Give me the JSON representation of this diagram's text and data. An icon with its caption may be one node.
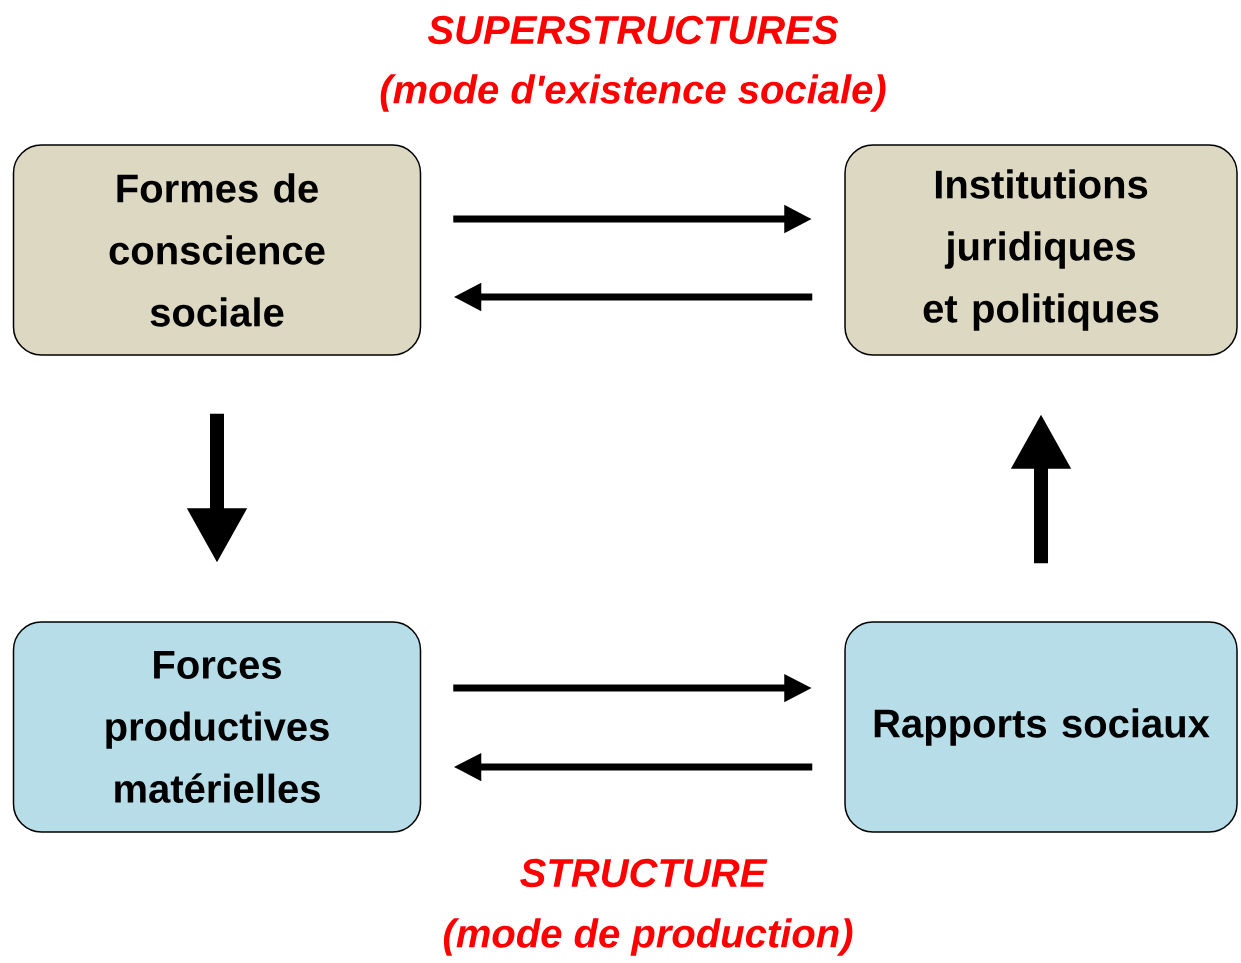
{
  "diagram": {
    "nodes": [
      {
        "text": [
          "Formes de conscience sociale"
        ]
      },
      {
        "text": [
          "Institutions juridiques et politiques"
        ]
      },
      {
        "text": [
          "Forces productives matérielles"
        ]
      },
      {
        "text": [
          "Rapports sociaux"
        ]
      }
    ],
    "edges": [
      {
        "from": 0,
        "to": 1,
        "arrow": "to"
      },
      {
        "from": 1,
        "to": 0,
        "arrow": "to"
      },
      {
        "from": 0,
        "to": 2,
        "arrow": "to",
        "style": "thick"
      },
      {
        "from": 3,
        "to": 1,
        "arrow": "to",
        "style": "thick"
      },
      {
        "from": 2,
        "to": 3,
        "arrow": "to"
      },
      {
        "from": 3,
        "to": 2,
        "arrow": "to"
      }
    ],
    "labels": [
      "SUPERSTRUCTURES",
      "(mode d'existence sociale)",
      "STRUCTURE",
      "(mode de production)"
    ]
  }
}
